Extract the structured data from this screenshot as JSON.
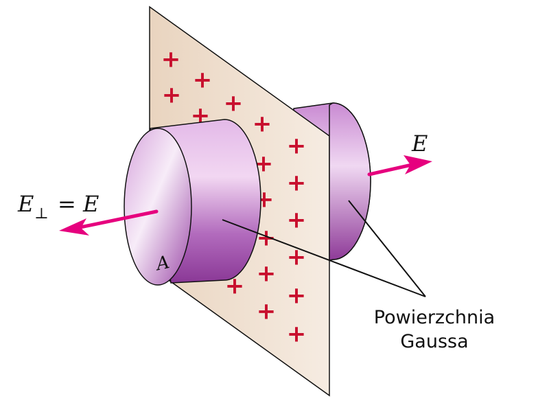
{
  "labels": {
    "field_right": "E",
    "field_left_main": "E",
    "field_left_sub": "⊥",
    "field_left_eq": "= E",
    "area": "A",
    "surface_line1": "Powierzchnia",
    "surface_line2": "Gaussa"
  },
  "colors": {
    "plane": "#f1e3d3",
    "plane_edge": "#111111",
    "charge": "#c8102e",
    "arrow": "#e6007e",
    "cylinder_light": "#f3e0f4",
    "cylinder_dark": "#8e3a98"
  },
  "charge_symbol": "+"
}
